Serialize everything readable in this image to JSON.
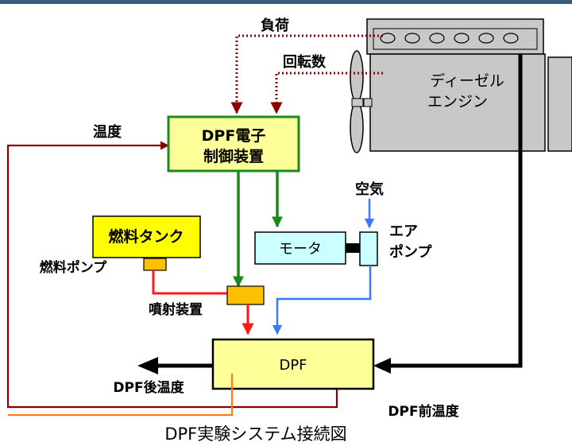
{
  "engine": {
    "line1": "ディーゼル",
    "line2": "エンジン"
  },
  "controller": {
    "line1": "DPF電子",
    "line2": "制御装置"
  },
  "fuel_tank": {
    "label": "燃料タンク"
  },
  "motor": {
    "label": "モータ"
  },
  "air_pump": {
    "line1": "エア",
    "line2": "ポンプ"
  },
  "dpf": {
    "label": "DPF"
  },
  "signals": {
    "load": "負荷",
    "rpm": "回転数",
    "temperature": "温度",
    "air": "空気",
    "fuel_pump": "燃料ポンプ",
    "injector": "噴射装置",
    "dpf_after_temp": "DPF後温度",
    "dpf_before_temp": "DPF前温度"
  },
  "caption": "DPF実験システム接続図",
  "colors": {
    "dark_red": "#8b0000",
    "green": "#1a8a1a",
    "blue": "#3c78ff",
    "red": "#ff1a1a",
    "orange": "#ff7a1a",
    "brown": "#9a4a10",
    "black": "#000000",
    "controller_fill": "#ffff99",
    "fuel_tank_fill": "#ffff00",
    "motor_fill": "#ccffff",
    "injector_fill": "#ffc000",
    "engine_fill": "#c8c8c8"
  }
}
